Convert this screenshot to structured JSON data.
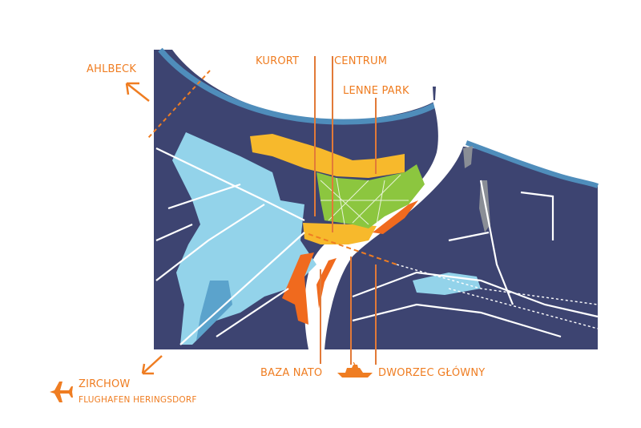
{
  "map": {
    "colors": {
      "land": "#3d4471",
      "water": "#ffffff",
      "coast": "#4f8dbb",
      "residential": "#93d3ea",
      "residential_dark": "#5ba3cc",
      "kurort": "#f7b92c",
      "centrum": "#f7b92c",
      "park": "#8cc63f",
      "port": "#f06a1e",
      "industrial": "#8a8e96",
      "roads": "#ffffff",
      "accent": "#ef7d22"
    },
    "labels": {
      "ahlbeck": "AHLBECK",
      "kurort": "KURORT",
      "centrum": "CENTRUM",
      "lenne_park": "LENNE PARK",
      "zirchow": "ZIRCHOW",
      "flughafen": "FLUGHAFEN HERINGSDORF",
      "baza_nato": "BAZA NATO",
      "dworzec": "DWORZEC GŁÓWNY"
    },
    "icons": {
      "airplane": "airplane-icon",
      "ferry": "ferry-icon",
      "arrow_ahlbeck": "arrow-up-left-icon",
      "arrow_zirchow": "arrow-down-left-icon"
    }
  }
}
